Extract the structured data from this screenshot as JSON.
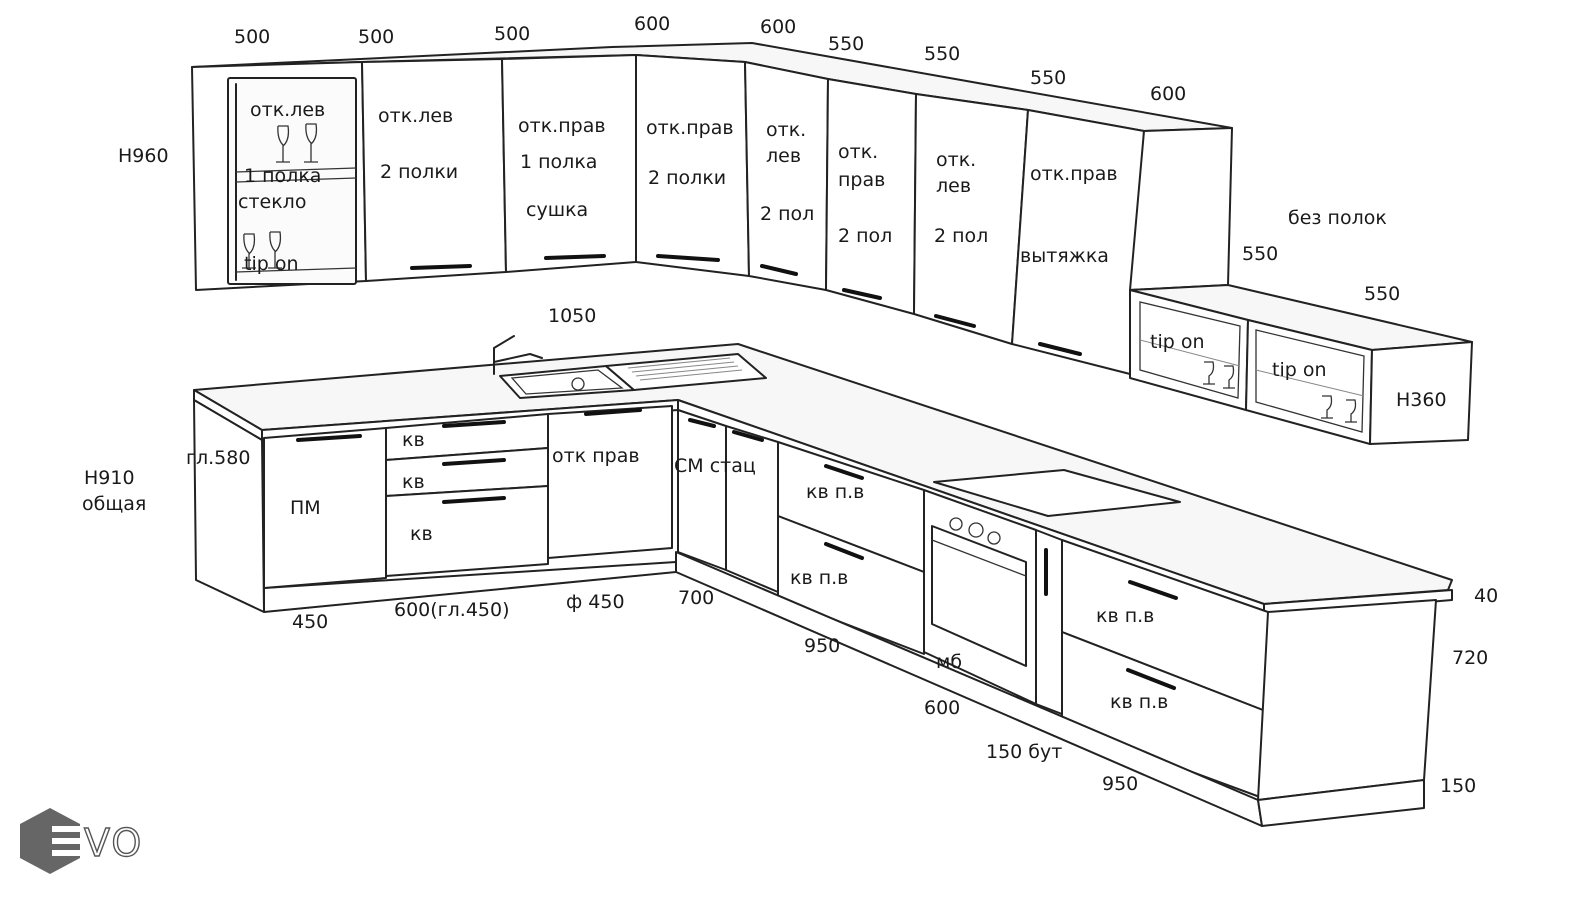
{
  "dimensions": {
    "upper_widths": [
      "500",
      "500",
      "500",
      "600",
      "600",
      "550",
      "550",
      "550",
      "600"
    ],
    "side_upper_widths": [
      "550",
      "550"
    ],
    "corner_run": "1050",
    "upper_height": "H960",
    "side_upper_height": "H360",
    "base_height_main": "H910",
    "base_height_sub": "общая",
    "base_depth": "гл.580",
    "base_widths": [
      "450",
      "600(гл.450)",
      "ф 450",
      "700",
      "950",
      "600",
      "950"
    ],
    "plinth_built_in": "150 бут",
    "countertop_thickness": "40",
    "body_height": "720",
    "plinth_height": "150"
  },
  "upper_cabinets": [
    {
      "opening": "отк.лев",
      "shelves": "1 полка",
      "extra": "стекло",
      "note": "tip on"
    },
    {
      "opening": "отк.лев",
      "shelves": "2 полки"
    },
    {
      "opening": "отк.прав",
      "shelves": "1 полка",
      "extra": "сушка"
    },
    {
      "opening": "отк.прав",
      "shelves": "2 полки"
    },
    {
      "opening_1": "отк.",
      "opening_2": "лев",
      "shelves": "2 пол"
    },
    {
      "opening_1": "отк.",
      "opening_2": "прав",
      "shelves": "2 пол"
    },
    {
      "opening_1": "отк.",
      "opening_2": "лев",
      "shelves": "2 пол"
    },
    {
      "opening": "отк.прав",
      "extra": "вытяжка"
    }
  ],
  "side_upper": {
    "note_top": "без полок",
    "cabinet_1": "tip on",
    "cabinet_2": "tip on"
  },
  "base_cabinets": {
    "dishwasher": "ПМ",
    "drawers": [
      "кв",
      "кв",
      "кв"
    ],
    "sink": "отк прав",
    "washer": "СМ стац",
    "drawers_950_a": [
      "кв п.в",
      "кв п.в"
    ],
    "oven": "мб",
    "drawers_950_b": [
      "кв п.в",
      "кв п.в"
    ]
  },
  "logo": {
    "text": "VO",
    "accent": "#666666"
  }
}
